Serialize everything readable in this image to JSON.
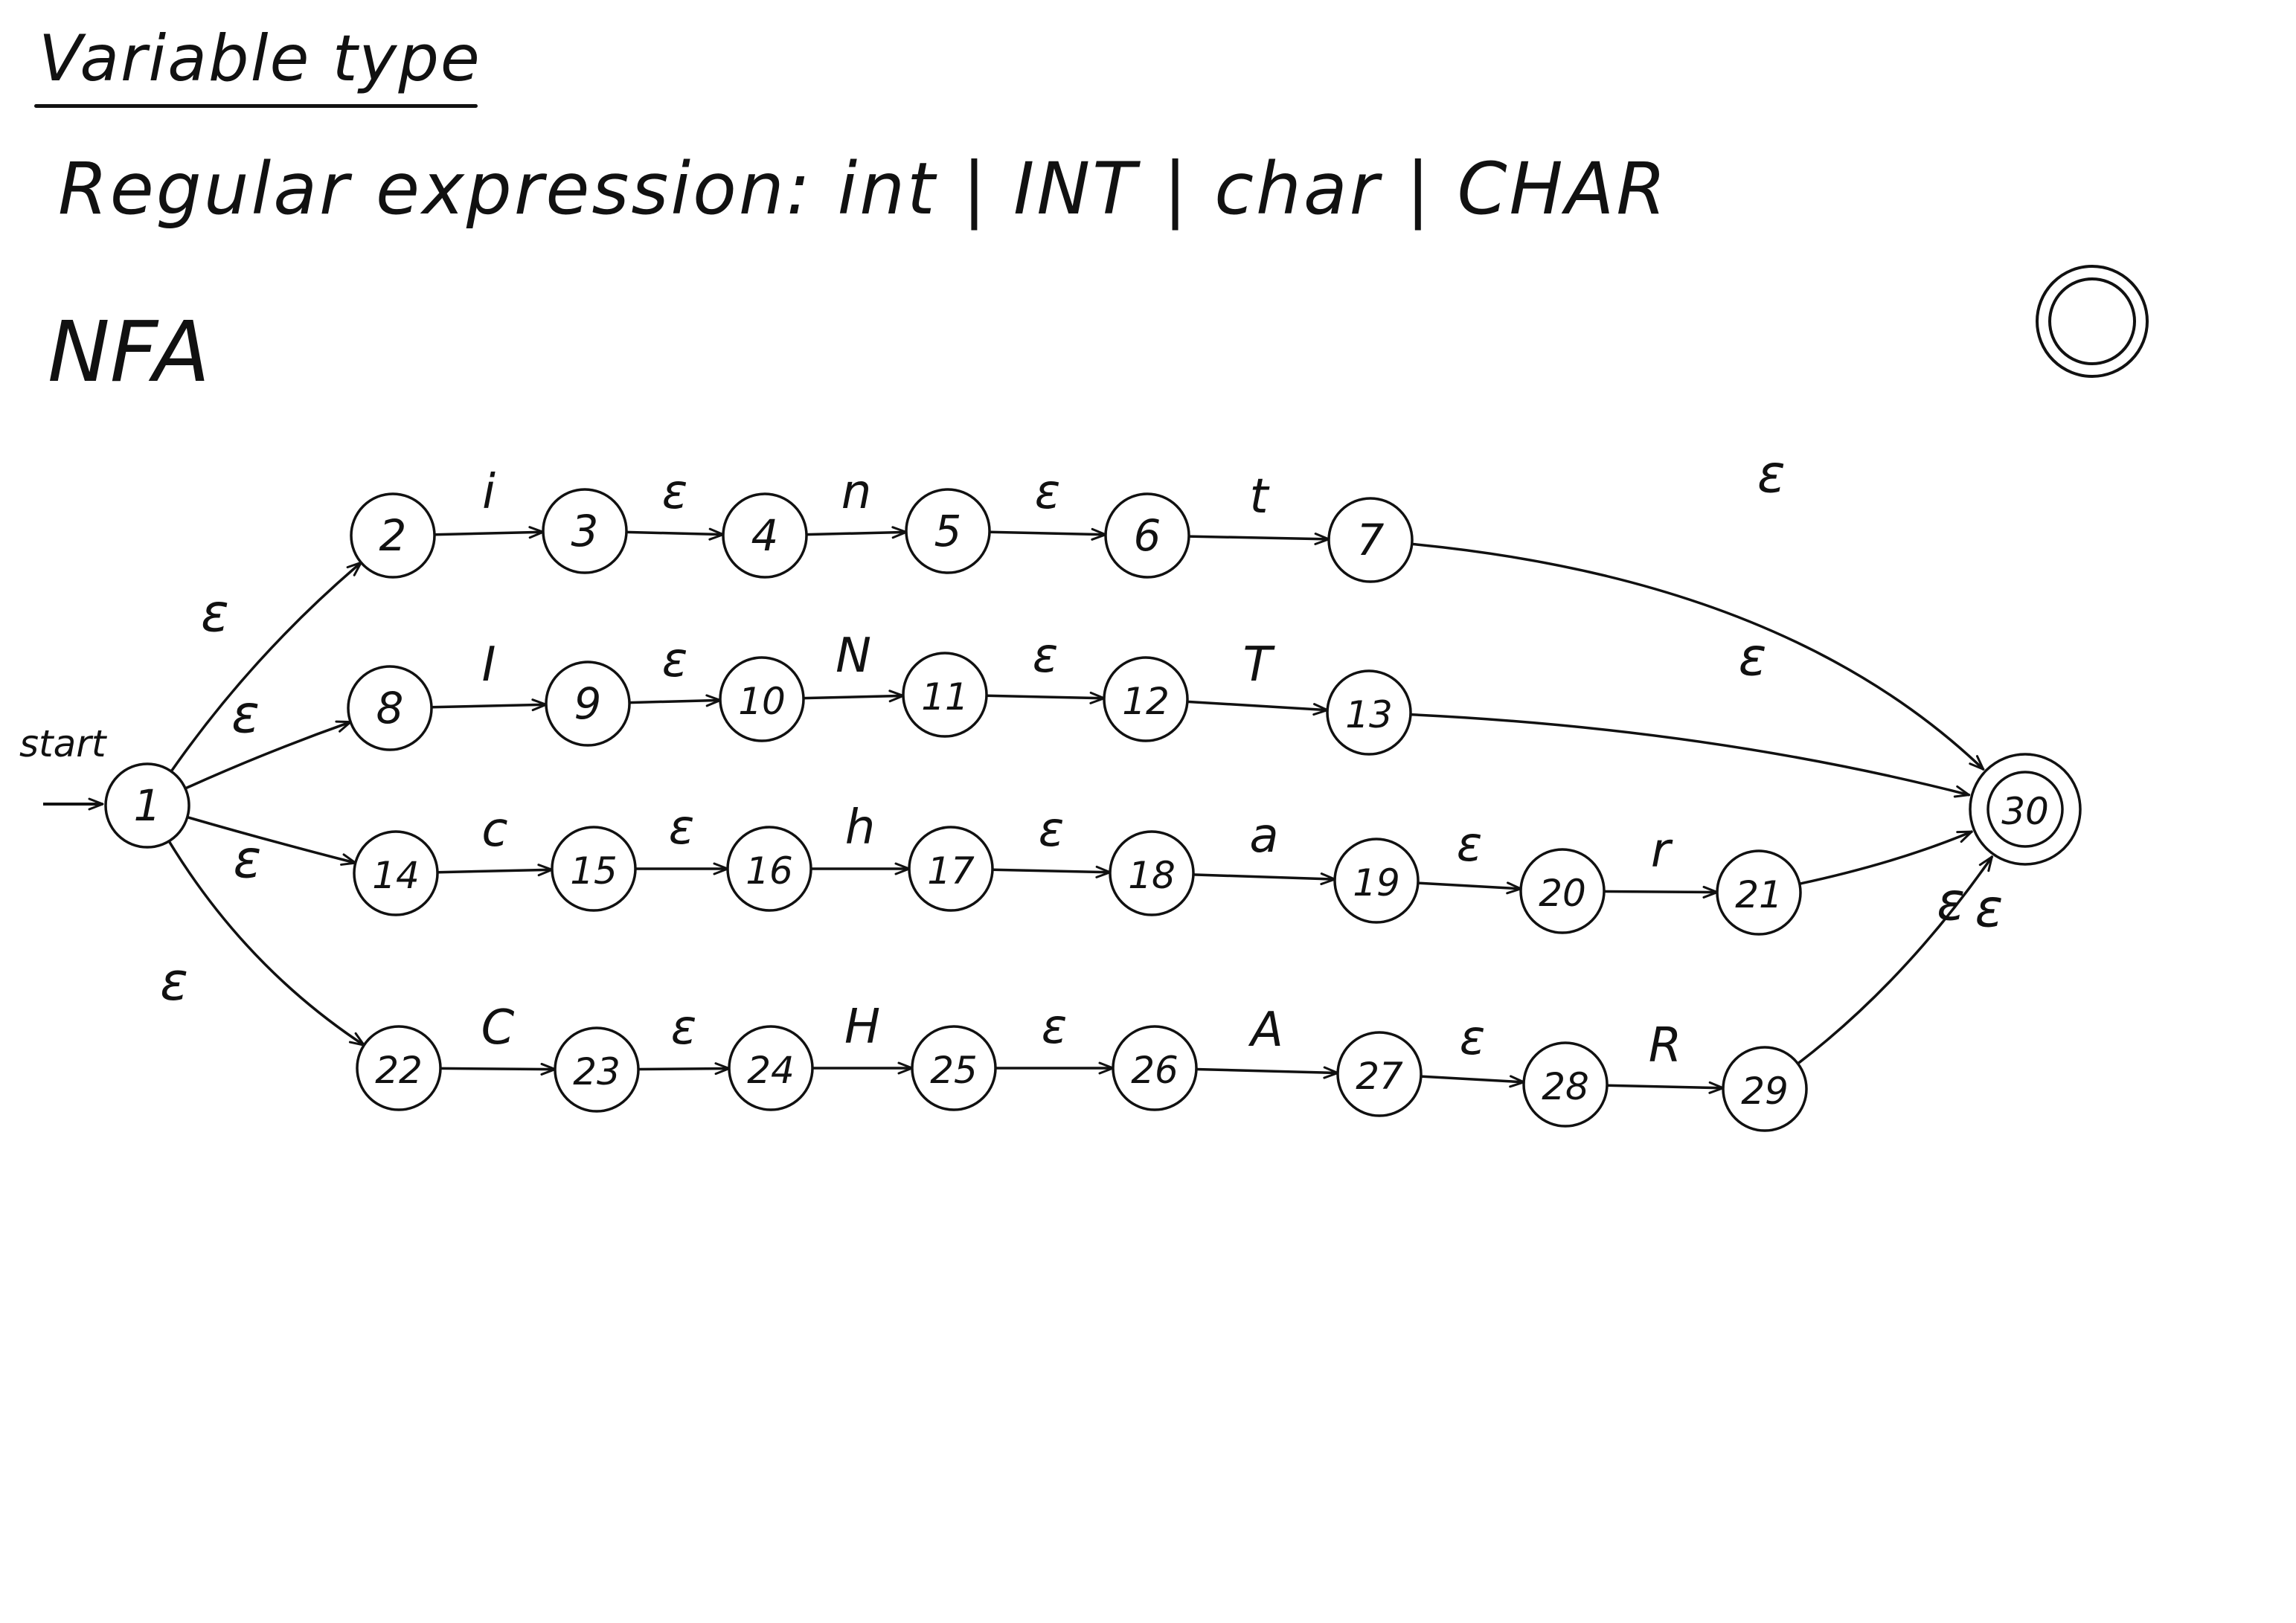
{
  "title": "Variable type",
  "regex": "Regular expression: int | INT | char | CHAR",
  "heading": "NFA",
  "start_label": "start",
  "colors": {
    "ink": "#111111",
    "paper": "#ffffff"
  },
  "states": [
    "1",
    "2",
    "3",
    "4",
    "5",
    "6",
    "7",
    "8",
    "9",
    "10",
    "11",
    "12",
    "13",
    "14",
    "15",
    "16",
    "17",
    "18",
    "19",
    "20",
    "21",
    "22",
    "23",
    "24",
    "25",
    "26",
    "27",
    "28",
    "29",
    "30"
  ],
  "accept_state": "30",
  "legend_symbol": "accepting-state-symbol",
  "transitions": [
    {
      "from": "1",
      "to": "2",
      "label": "ε"
    },
    {
      "from": "1",
      "to": "8",
      "label": "ε"
    },
    {
      "from": "1",
      "to": "14",
      "label": "ε"
    },
    {
      "from": "1",
      "to": "22",
      "label": "ε"
    },
    {
      "from": "2",
      "to": "3",
      "label": "i"
    },
    {
      "from": "3",
      "to": "4",
      "label": "ε"
    },
    {
      "from": "4",
      "to": "5",
      "label": "n"
    },
    {
      "from": "5",
      "to": "6",
      "label": "ε"
    },
    {
      "from": "6",
      "to": "7",
      "label": "t"
    },
    {
      "from": "7",
      "to": "30",
      "label": "ε"
    },
    {
      "from": "8",
      "to": "9",
      "label": "I"
    },
    {
      "from": "9",
      "to": "10",
      "label": "ε"
    },
    {
      "from": "10",
      "to": "11",
      "label": "N"
    },
    {
      "from": "11",
      "to": "12",
      "label": "ε"
    },
    {
      "from": "12",
      "to": "13",
      "label": "T"
    },
    {
      "from": "13",
      "to": "30",
      "label": "ε"
    },
    {
      "from": "14",
      "to": "15",
      "label": "c"
    },
    {
      "from": "15",
      "to": "16",
      "label": "ε"
    },
    {
      "from": "16",
      "to": "17",
      "label": "h"
    },
    {
      "from": "17",
      "to": "18",
      "label": "ε"
    },
    {
      "from": "18",
      "to": "19",
      "label": "a"
    },
    {
      "from": "19",
      "to": "20",
      "label": "ε"
    },
    {
      "from": "20",
      "to": "21",
      "label": "r"
    },
    {
      "from": "21",
      "to": "30",
      "label": "ε"
    },
    {
      "from": "22",
      "to": "23",
      "label": "C"
    },
    {
      "from": "23",
      "to": "24",
      "label": "ε"
    },
    {
      "from": "24",
      "to": "25",
      "label": "H"
    },
    {
      "from": "25",
      "to": "26",
      "label": "ε"
    },
    {
      "from": "26",
      "to": "27",
      "label": "A"
    },
    {
      "from": "27",
      "to": "28",
      "label": "ε"
    },
    {
      "from": "28",
      "to": "29",
      "label": "R"
    },
    {
      "from": "29",
      "to": "30",
      "label": "ε"
    }
  ]
}
